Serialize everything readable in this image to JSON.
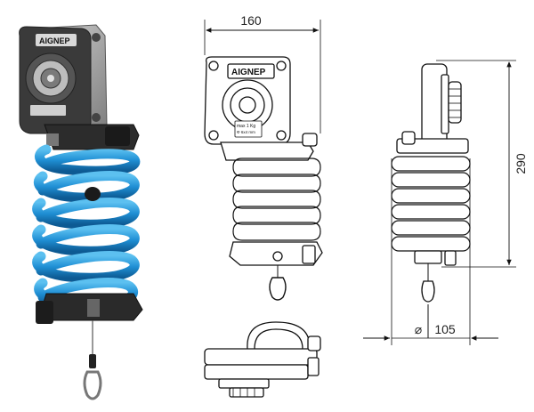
{
  "brand": "AIGNEP",
  "label": {
    "weight_line": "max 1 Kg",
    "detail_line": "Φ 6x4 mm"
  },
  "dimensions": {
    "width": "160",
    "height": "290",
    "diameter_symbol": "⌀",
    "diameter": "105"
  },
  "colors": {
    "hose": "#1f8fd4",
    "hose_shade": "#0f5f9c",
    "housing": "#3a3a3a",
    "plate": "#9a9a9a",
    "line": "#111111"
  }
}
